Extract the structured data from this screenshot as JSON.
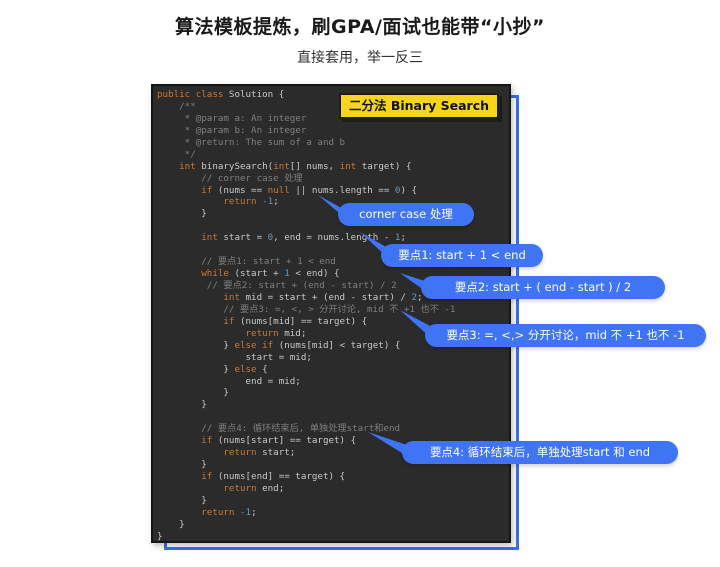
{
  "header": {
    "title": "算法模板提炼，刷GPA/面试也能带“小抄”",
    "subtitle": "直接套用，举一反三"
  },
  "tag": {
    "label": "二分法 Binary Search"
  },
  "code": {
    "lines": [
      [
        [
          "kw",
          "public class"
        ],
        [
          "tx",
          " Solution {"
        ]
      ],
      [
        [
          "cm",
          "    /**"
        ]
      ],
      [
        [
          "cm",
          "     * @param a: An integer"
        ]
      ],
      [
        [
          "cm",
          "     * @param b: An integer"
        ]
      ],
      [
        [
          "cm",
          "     * @return: The sum of a and b"
        ]
      ],
      [
        [
          "cm",
          "     */"
        ]
      ],
      [
        [
          "kw",
          "    int"
        ],
        [
          "tx",
          " binarySearch("
        ],
        [
          "kw",
          "int"
        ],
        [
          "tx",
          "[] nums, "
        ],
        [
          "kw",
          "int"
        ],
        [
          "tx",
          " target) {"
        ]
      ],
      [
        [
          "cm",
          "        // corner case 处理"
        ]
      ],
      [
        [
          "kw",
          "        if"
        ],
        [
          "tx",
          " (nums == "
        ],
        [
          "kw",
          "null"
        ],
        [
          "tx",
          " || nums.length == "
        ],
        [
          "num",
          "0"
        ],
        [
          "tx",
          ") {"
        ]
      ],
      [
        [
          "kw",
          "            return"
        ],
        [
          "tx",
          " "
        ],
        [
          "num",
          "-1"
        ],
        [
          "tx",
          ";"
        ]
      ],
      [
        [
          "tx",
          "        }"
        ]
      ],
      [
        [
          "tx",
          ""
        ]
      ],
      [
        [
          "kw",
          "        int"
        ],
        [
          "tx",
          " start = "
        ],
        [
          "num",
          "0"
        ],
        [
          "tx",
          ", end = nums.length - "
        ],
        [
          "num",
          "1"
        ],
        [
          "tx",
          ";"
        ]
      ],
      [
        [
          "tx",
          ""
        ]
      ],
      [
        [
          "cm",
          "        // 要点1: start + 1 < end"
        ]
      ],
      [
        [
          "kw",
          "        while"
        ],
        [
          "tx",
          " (start + "
        ],
        [
          "num",
          "1"
        ],
        [
          "tx",
          " < end) {"
        ]
      ],
      [
        [
          "cm",
          "         // 要点2: start + (end - start) / 2"
        ]
      ],
      [
        [
          "kw",
          "            int"
        ],
        [
          "tx",
          " mid = start + (end - start) / "
        ],
        [
          "num",
          "2"
        ],
        [
          "tx",
          ";"
        ]
      ],
      [
        [
          "cm",
          "            // 要点3: =, <, > 分开讨论, mid 不 +1 也不 -1"
        ]
      ],
      [
        [
          "kw",
          "            if"
        ],
        [
          "tx",
          " (nums[mid] == target) {"
        ]
      ],
      [
        [
          "kw",
          "                return"
        ],
        [
          "tx",
          " mid;"
        ]
      ],
      [
        [
          "tx",
          "            } "
        ],
        [
          "kw",
          "else if"
        ],
        [
          "tx",
          " (nums[mid] < target) {"
        ]
      ],
      [
        [
          "tx",
          "                start = mid;"
        ]
      ],
      [
        [
          "tx",
          "            } "
        ],
        [
          "kw",
          "else"
        ],
        [
          "tx",
          " {"
        ]
      ],
      [
        [
          "tx",
          "                end = mid;"
        ]
      ],
      [
        [
          "tx",
          "            }"
        ]
      ],
      [
        [
          "tx",
          "        }"
        ]
      ],
      [
        [
          "tx",
          ""
        ]
      ],
      [
        [
          "cm",
          "        // 要点4: 循环结束后, 单独处理start和end"
        ]
      ],
      [
        [
          "kw",
          "        if"
        ],
        [
          "tx",
          " (nums[start] == target) {"
        ]
      ],
      [
        [
          "kw",
          "            return"
        ],
        [
          "tx",
          " start;"
        ]
      ],
      [
        [
          "tx",
          "        }"
        ]
      ],
      [
        [
          "kw",
          "        if"
        ],
        [
          "tx",
          " (nums[end] == target) {"
        ]
      ],
      [
        [
          "kw",
          "            return"
        ],
        [
          "tx",
          " end;"
        ]
      ],
      [
        [
          "tx",
          "        }"
        ]
      ],
      [
        [
          "kw",
          "        return"
        ],
        [
          "tx",
          " "
        ],
        [
          "num",
          "-1"
        ],
        [
          "tx",
          ";"
        ]
      ],
      [
        [
          "tx",
          "    }"
        ]
      ],
      [
        [
          "tx",
          "}"
        ]
      ]
    ]
  },
  "callouts": [
    {
      "id": "corner",
      "label": "corner case 处理"
    },
    {
      "id": "point1",
      "label": "要点1: start + 1 < end"
    },
    {
      "id": "point2",
      "label": "要点2: start + ( end - start ) / 2"
    },
    {
      "id": "point3",
      "label": "要点3:  =, <,> 分开讨论，mid 不 +1  也不 -1"
    },
    {
      "id": "point4",
      "label": "要点4: 循环结束后，单独处理start 和 end"
    }
  ],
  "colors": {
    "accent_blue": "#3f74f5",
    "frame_blue": "#3a6ff0",
    "tag_yellow": "#f7d51d",
    "code_bg": "#2b2b2b"
  }
}
